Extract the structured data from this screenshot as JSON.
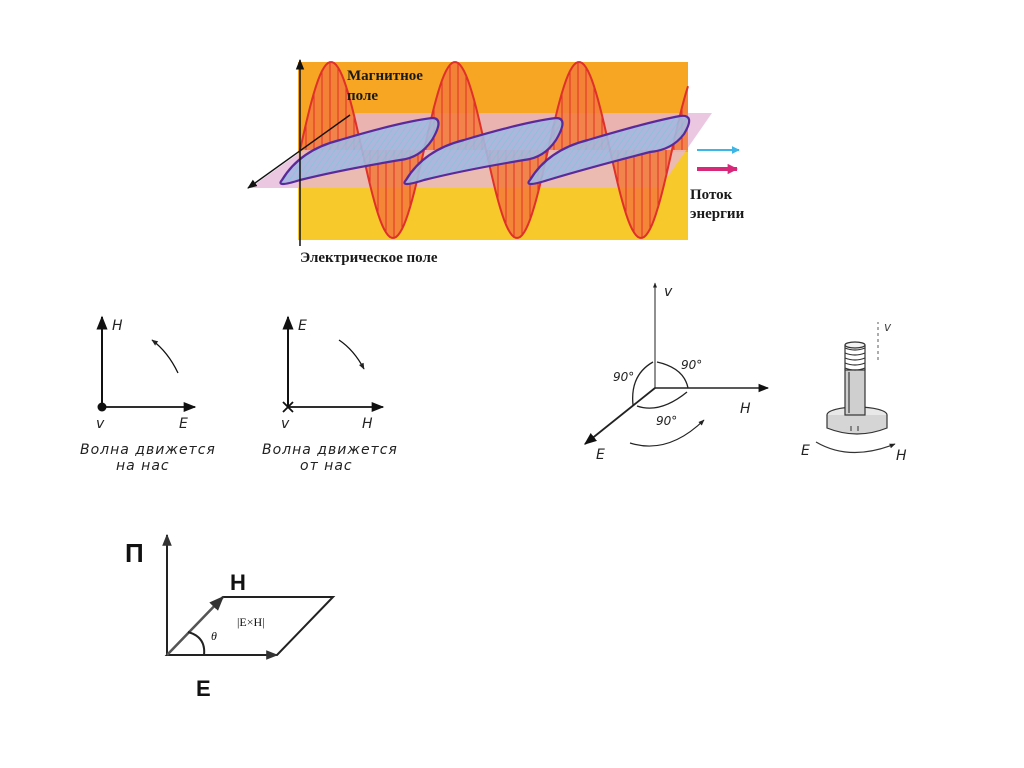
{
  "wave_figure": {
    "magnetic_field_label_line1": "Магнитное",
    "magnetic_field_label_line2": "поле",
    "energy_flow_label_line1": "Поток",
    "energy_flow_label_line2": "энергии",
    "electric_field_label": "Электрическое поле",
    "colors": {
      "background_upper": "#F6A623",
      "background_lower": "#F8C92A",
      "wave_stroke": "#E0302A",
      "wave_fill": "#F27A3A",
      "magnetic_loop": "#5A2A9A",
      "plane": "#E7B7D9",
      "arrow_cyan": "#3BB6E6",
      "arrow_magenta": "#D8287A"
    }
  },
  "orientation_left": {
    "vertical_label": "H",
    "horizontal_label": "E",
    "origin_label": "v",
    "caption_line1": "Волна движется",
    "caption_line2": "на нас"
  },
  "orientation_right": {
    "vertical_label": "E",
    "horizontal_label": "H",
    "origin_label": "v",
    "caption_line1": "Волна движется",
    "caption_line2": "от нас"
  },
  "triad": {
    "up_label": "v",
    "right_label": "H",
    "down_left_label": "E",
    "angle_top_right": "90°",
    "angle_left": "90°",
    "angle_bottom": "90°"
  },
  "screw": {
    "axis_label": "v",
    "left_label": "E",
    "right_label": "H"
  },
  "poynting": {
    "vector_label": "П",
    "h_label": "H",
    "e_label": "E",
    "angle_label": "θ",
    "area_label": "|E×H|"
  }
}
